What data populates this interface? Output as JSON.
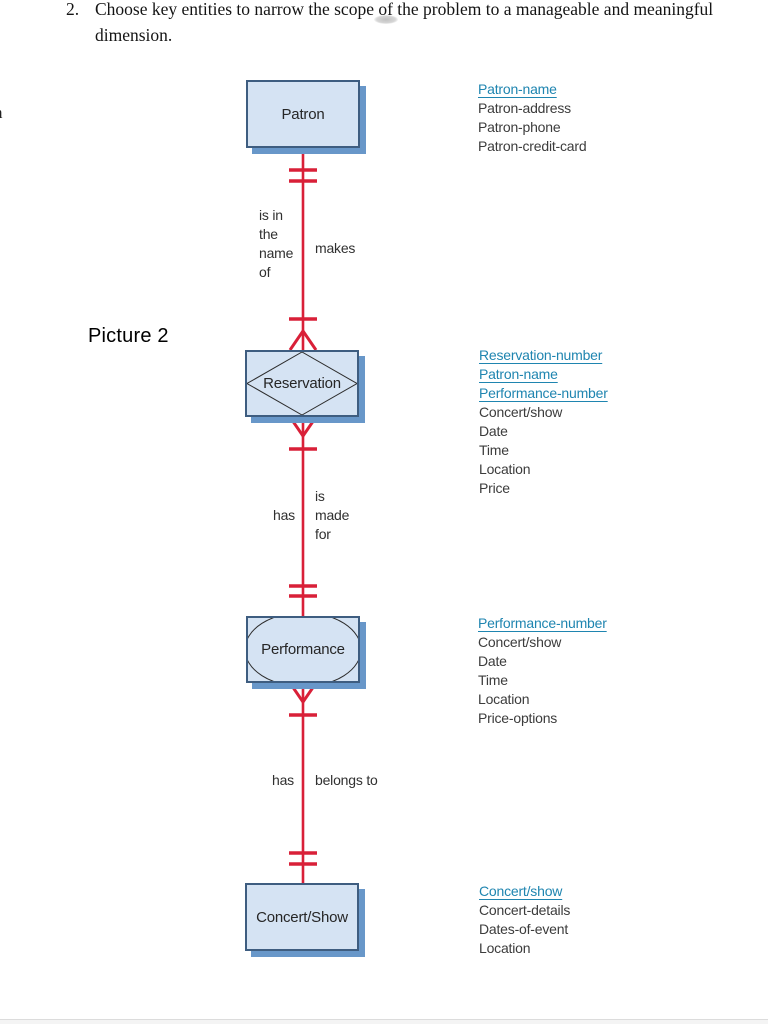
{
  "page": {
    "instruction_number": "2.",
    "instruction_text": "Choose key entities to narrow the scope of the problem to a manageable and meaningful dimension.",
    "margin_fragment": "n",
    "picture_label": "Picture 2"
  },
  "colors": {
    "entity_fill": "#d5e3f3",
    "entity_border": "#3e5d80",
    "entity_shadow": "#6897c9",
    "relationship_line_red": "#d92038",
    "key_attribute_blue": "#1f85b0",
    "attribute_gray": "#3c3c3c"
  },
  "diagram": {
    "entities": [
      {
        "name": "Patron",
        "shape": "rectangle",
        "attributes": [
          {
            "label": "Patron-name",
            "key": true
          },
          {
            "label": "Patron-address",
            "key": false
          },
          {
            "label": "Patron-phone",
            "key": false
          },
          {
            "label": "Patron-credit-card",
            "key": false
          }
        ]
      },
      {
        "name": "Reservation",
        "shape": "rectangle-with-inscribed-diamond",
        "attributes": [
          {
            "label": "Reservation-number",
            "key": true
          },
          {
            "label": "Patron-name",
            "key": true
          },
          {
            "label": "Performance-number",
            "key": true
          },
          {
            "label": "Concert/show",
            "key": false
          },
          {
            "label": "Date",
            "key": false
          },
          {
            "label": "Time",
            "key": false
          },
          {
            "label": "Location",
            "key": false
          },
          {
            "label": "Price",
            "key": false
          }
        ]
      },
      {
        "name": "Performance",
        "shape": "rectangle-with-inscribed-ellipse",
        "attributes": [
          {
            "label": "Performance-number",
            "key": true
          },
          {
            "label": "Concert/show",
            "key": false
          },
          {
            "label": "Date",
            "key": false
          },
          {
            "label": "Time",
            "key": false
          },
          {
            "label": "Location",
            "key": false
          },
          {
            "label": "Price-options",
            "key": false
          }
        ]
      },
      {
        "name": "Concert/Show",
        "shape": "rectangle",
        "attributes": [
          {
            "label": "Concert/show",
            "key": true
          },
          {
            "label": "Concert-details",
            "key": false
          },
          {
            "label": "Dates-of-event",
            "key": false
          },
          {
            "label": "Location",
            "key": false
          }
        ]
      }
    ],
    "relationships": [
      {
        "between": [
          "Patron",
          "Reservation"
        ],
        "left_label": "is in\nthe\nname\nof",
        "right_label": "makes",
        "top_end_cardinality": "one-and-only-one",
        "bottom_end_cardinality": "one-or-many"
      },
      {
        "between": [
          "Reservation",
          "Performance"
        ],
        "left_label": "has",
        "right_label": "is\nmade\nfor",
        "top_end_cardinality": "one-or-many",
        "bottom_end_cardinality": "one-and-only-one"
      },
      {
        "between": [
          "Performance",
          "Concert/Show"
        ],
        "left_label": "has",
        "right_label": "belongs to",
        "top_end_cardinality": "one-or-many",
        "bottom_end_cardinality": "one-and-only-one"
      }
    ]
  }
}
